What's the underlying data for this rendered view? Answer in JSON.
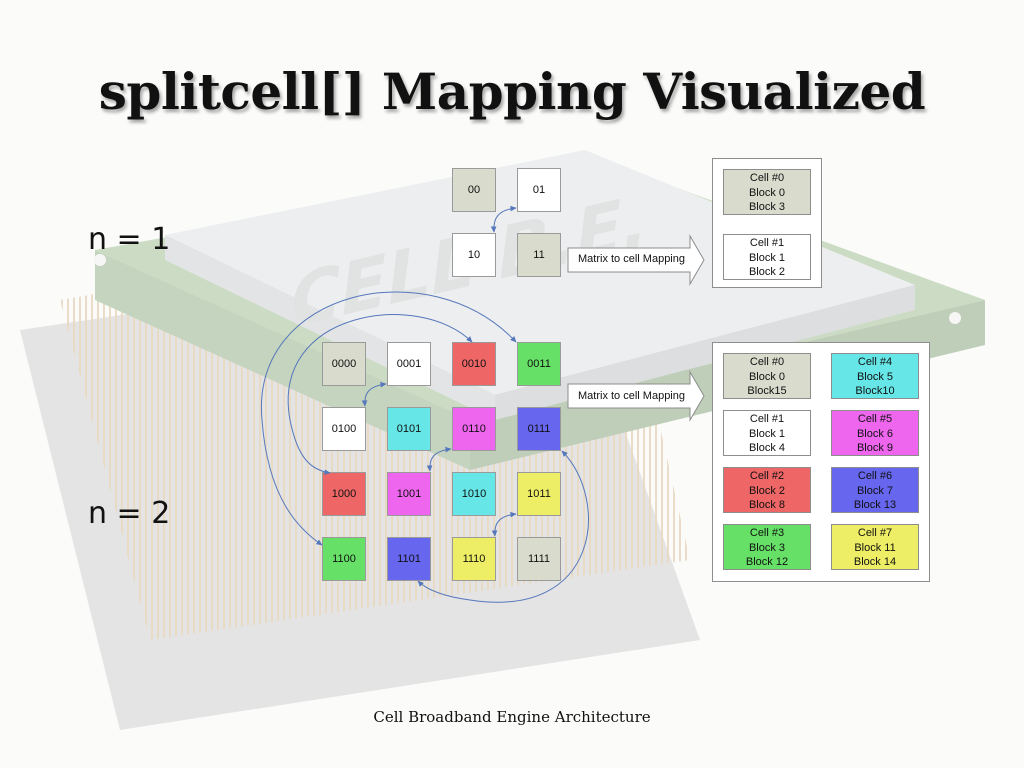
{
  "title": "splitcell[] Mapping Visualized",
  "footer": "Cell Broadband Engine Architecture",
  "background_chip": {
    "brand_text": "CELL B.E.",
    "board_color": "#7fa76b",
    "chip_color": "#cfd3d5"
  },
  "colors": {
    "gray": "#d9dccd",
    "white": "#ffffff",
    "red": "#ee6666",
    "green": "#66e066",
    "cyan": "#66e6e6",
    "magenta": "#ee66ee",
    "blue": "#6666ee",
    "yellow": "#eeee66",
    "connector": "#5577bb"
  },
  "n1": {
    "label": "n = 1",
    "cells": [
      {
        "text": "00",
        "color": "gray"
      },
      {
        "text": "01",
        "color": "white"
      },
      {
        "text": "10",
        "color": "white"
      },
      {
        "text": "11",
        "color": "gray"
      }
    ],
    "arrow_label": "Matrix to cell Mapping",
    "blocks": [
      {
        "lines": [
          "Cell #0",
          "Block 0",
          "Block 3"
        ],
        "color": "gray"
      },
      {
        "lines": [
          "Cell #1",
          "Block 1",
          "Block 2"
        ],
        "color": "white"
      }
    ]
  },
  "n2": {
    "label": "n = 2",
    "cells": [
      {
        "text": "0000",
        "color": "gray"
      },
      {
        "text": "0001",
        "color": "white"
      },
      {
        "text": "0010",
        "color": "red"
      },
      {
        "text": "0011",
        "color": "green"
      },
      {
        "text": "0100",
        "color": "white"
      },
      {
        "text": "0101",
        "color": "cyan"
      },
      {
        "text": "0110",
        "color": "magenta"
      },
      {
        "text": "0111",
        "color": "blue"
      },
      {
        "text": "1000",
        "color": "red"
      },
      {
        "text": "1001",
        "color": "magenta"
      },
      {
        "text": "1010",
        "color": "cyan"
      },
      {
        "text": "1011",
        "color": "yellow"
      },
      {
        "text": "1100",
        "color": "green"
      },
      {
        "text": "1101",
        "color": "blue"
      },
      {
        "text": "1110",
        "color": "yellow"
      },
      {
        "text": "1111",
        "color": "gray"
      }
    ],
    "arrow_label": "Matrix to cell Mapping",
    "blocks": [
      {
        "lines": [
          "Cell #0",
          "Block 0",
          "Block15"
        ],
        "color": "gray"
      },
      {
        "lines": [
          "Cell #4",
          "Block 5",
          "Block10"
        ],
        "color": "cyan"
      },
      {
        "lines": [
          "Cell #1",
          "Block 1",
          "Block 4"
        ],
        "color": "white"
      },
      {
        "lines": [
          "Cell #5",
          "Block 6",
          "Block 9"
        ],
        "color": "magenta"
      },
      {
        "lines": [
          "Cell #2",
          "Block 2",
          "Block 8"
        ],
        "color": "red"
      },
      {
        "lines": [
          "Cell #6",
          "Block 7",
          "Block 13"
        ],
        "color": "blue"
      },
      {
        "lines": [
          "Cell #3",
          "Block 3",
          "Block 12"
        ],
        "color": "green"
      },
      {
        "lines": [
          "Cell #7",
          "Block 11",
          "Block 14"
        ],
        "color": "yellow"
      }
    ]
  }
}
